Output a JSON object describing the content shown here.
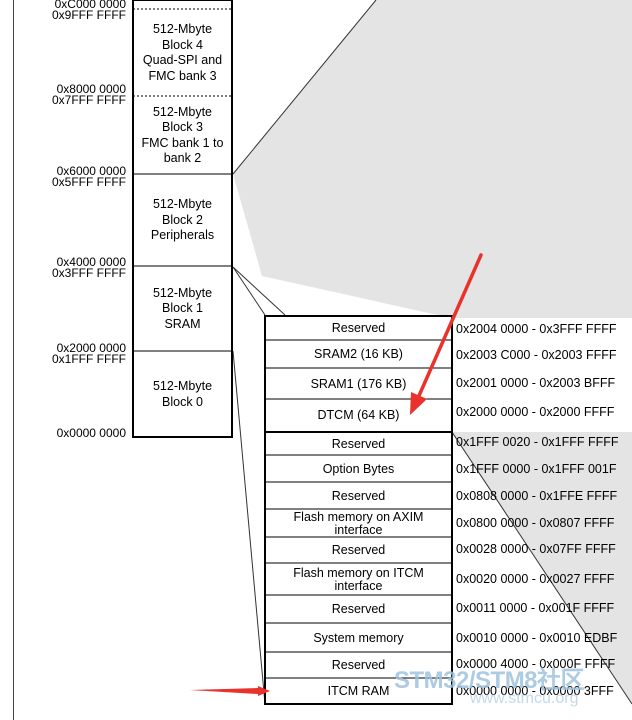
{
  "left_addresses": [
    {
      "lines": [
        "0xC000 0000",
        "0x9FFF FFFF"
      ]
    },
    {
      "lines": [
        "0x8000 0000",
        "0x7FFF FFFF"
      ]
    },
    {
      "lines": [
        "0x6000 0000",
        "0x5FFF FFFF"
      ]
    },
    {
      "lines": [
        "0x4000 0000",
        "0x3FFF FFFF"
      ]
    },
    {
      "lines": [
        "0x2000 0000",
        "0x1FFF FFFF"
      ]
    },
    {
      "lines": [
        "0x0000 0000"
      ]
    }
  ],
  "blocks": [
    {
      "label": "512-Mbyte\nBlock 4\nQuad-SPI and\nFMC bank 3"
    },
    {
      "label": "512-Mbyte\nBlock 3\nFMC bank 1 to\nbank 2"
    },
    {
      "label": "512-Mbyte\nBlock 2\nPeripherals"
    },
    {
      "label": "512-Mbyte\nBlock 1\nSRAM"
    },
    {
      "label": "512-Mbyte\nBlock 0"
    }
  ],
  "regions": [
    {
      "label": "Reserved",
      "range": "0x2004 0000 - 0x3FFF FFFF"
    },
    {
      "label": "SRAM2 (16 KB)",
      "range": "0x2003 C000 - 0x2003 FFFF"
    },
    {
      "label": "SRAM1 (176 KB)",
      "range": "0x2001 0000 - 0x2003 BFFF"
    },
    {
      "label": "DTCM (64 KB)",
      "range": "0x2000 0000 - 0x2000 FFFF"
    },
    {
      "label": "Reserved",
      "range": "0x1FFF 0020 - 0x1FFF FFFF"
    },
    {
      "label": "Option Bytes",
      "range": "0x1FFF 0000 - 0x1FFF 001F"
    },
    {
      "label": "Reserved",
      "range": "0x0808 0000 - 0x1FFE FFFF"
    },
    {
      "label": "Flash memory on AXIM\ninterface",
      "range": "0x0800 0000 - 0x0807 FFFF"
    },
    {
      "label": "Reserved",
      "range": "0x0028 0000 - 0x07FF FFFF"
    },
    {
      "label": "Flash memory on ITCM\ninterface",
      "range": "0x0020 0000 - 0x0027 FFFF"
    },
    {
      "label": "Reserved",
      "range": "0x0011 0000 - 0x001F FFFF"
    },
    {
      "label": "System memory",
      "range": "0x0010 0000 - 0x0010 EDBF"
    },
    {
      "label": "Reserved",
      "range": "0x0000 4000 - 0x000F FFFF"
    },
    {
      "label": "ITCM RAM",
      "range": "0x0000 0000 - 0x0000 3FFF"
    }
  ],
  "colors": {
    "arrow": "#e8322b",
    "shade": "#e4e4e4",
    "border": "#000000",
    "watermark": "#9fc3df"
  },
  "watermark": {
    "text": "STM32/STM8社区",
    "url": "www.stmcu.org"
  }
}
